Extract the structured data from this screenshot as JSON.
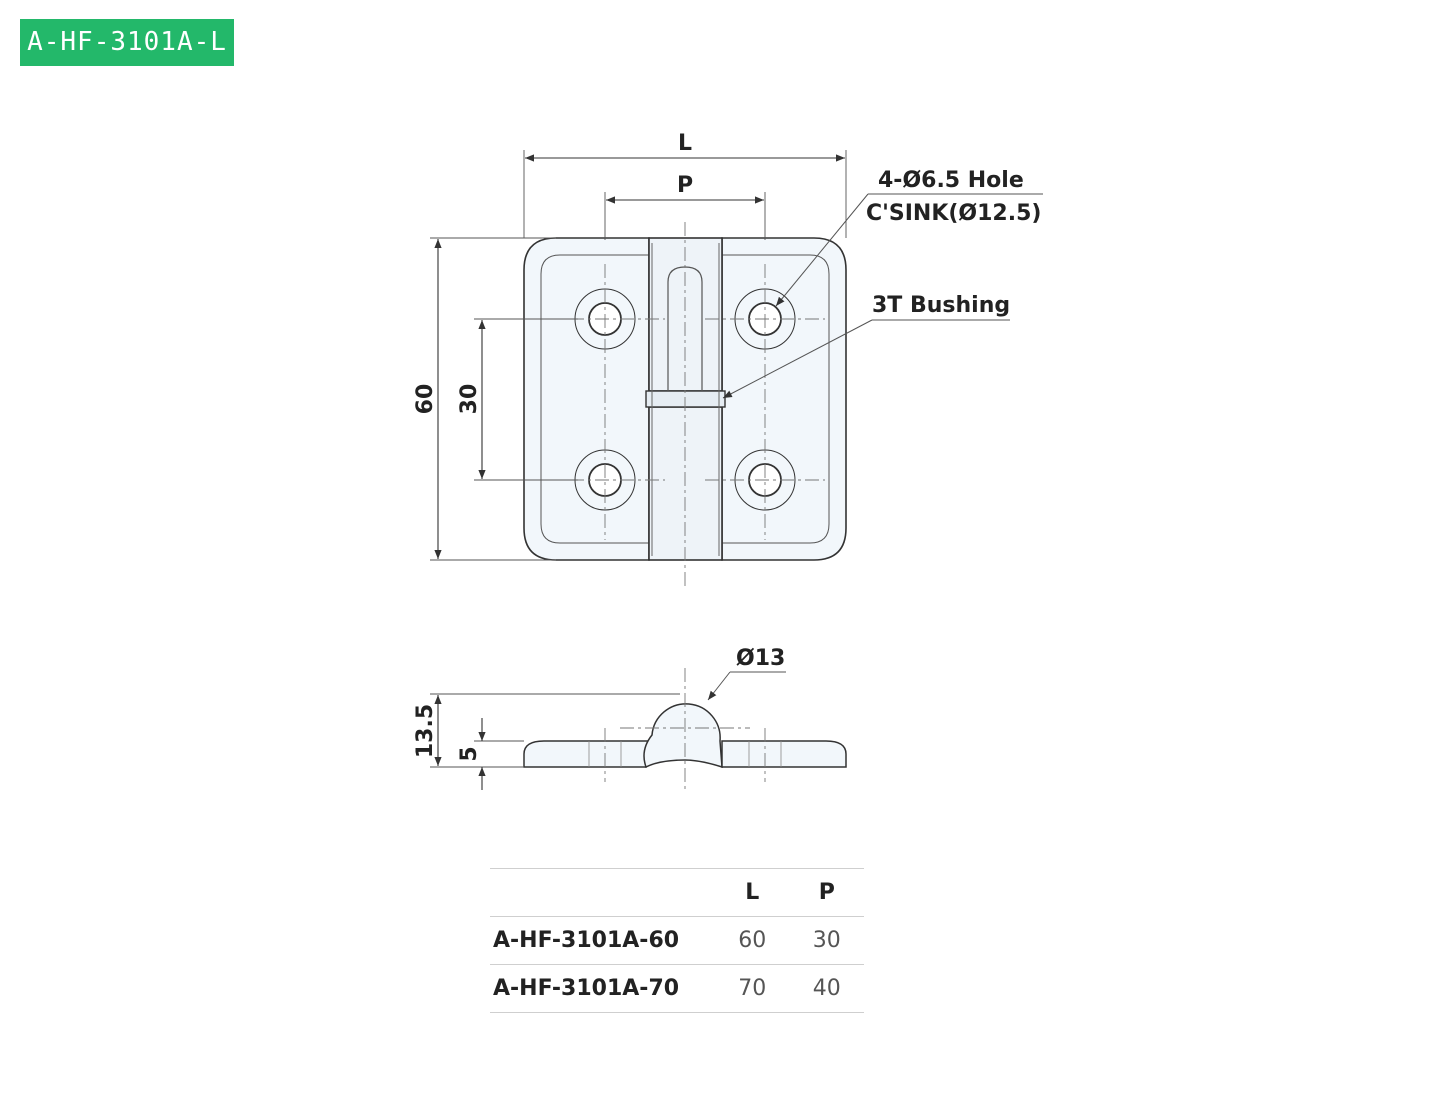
{
  "product_code": "A-HF-3101A-L",
  "callouts": {
    "hole_line1": "4-Ø6.5 Hole",
    "hole_line2": "C'SINK(Ø12.5)",
    "bushing": "3T Bushing",
    "pin_diameter": "Ø13"
  },
  "dimensions": {
    "overall_length": "L",
    "pitch": "P",
    "height": "60",
    "hole_spacing": "30",
    "total_thickness": "13.5",
    "plate_thickness": "5"
  },
  "table": {
    "headers": [
      "",
      "L",
      "P"
    ],
    "rows": [
      {
        "model": "A-HF-3101A-60",
        "L": "60",
        "P": "30"
      },
      {
        "model": "A-HF-3101A-70",
        "L": "70",
        "P": "40"
      }
    ]
  }
}
